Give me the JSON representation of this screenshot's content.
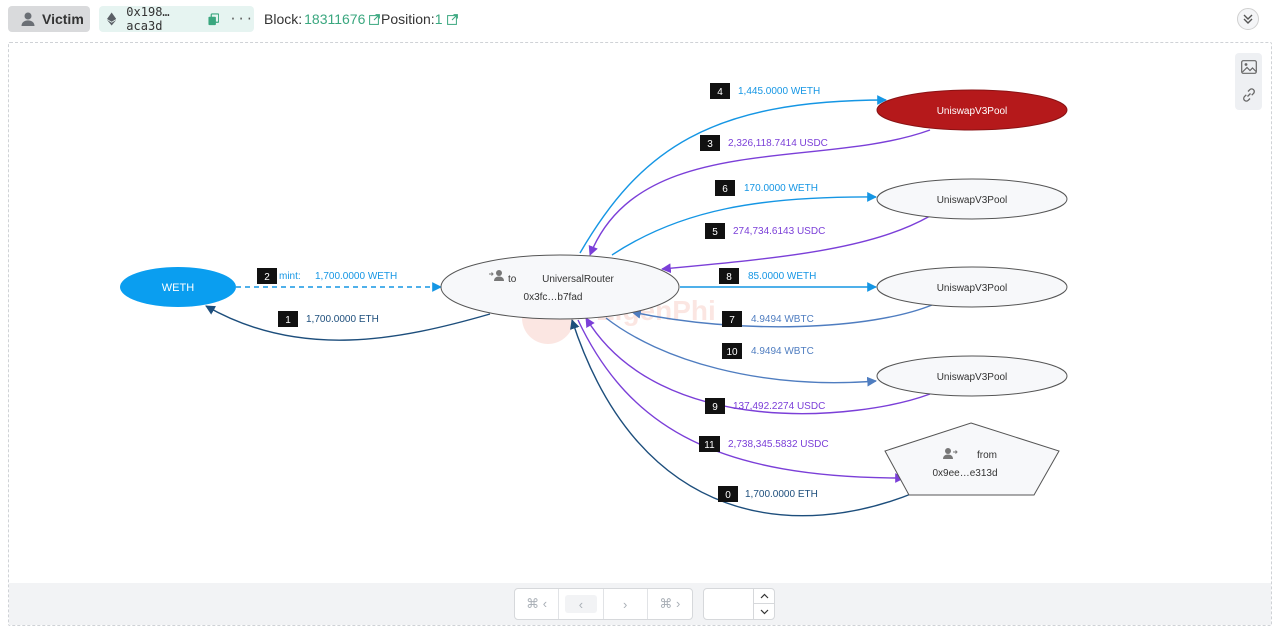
{
  "header": {
    "victim_label": "Victim",
    "tx_hash": "0x198…aca3d",
    "more_label": "···",
    "block_label": "Block:",
    "block_value": "18311676",
    "position_label": "Position:",
    "position_value": "1"
  },
  "graph": {
    "nodes": {
      "weth": "WETH",
      "router_prefix": "to",
      "router_name": "UniversalRouter",
      "router_addr": "0x3fc…b7fad",
      "pool1": "UniswapV3Pool",
      "pool2": "UniswapV3Pool",
      "pool3": "UniswapV3Pool",
      "pool4": "UniswapV3Pool",
      "from_prefix": "from",
      "from_addr": "0x9ee…e313d"
    },
    "edges": [
      {
        "step": "0",
        "label": "1,700.0000 ETH"
      },
      {
        "step": "1",
        "label": "1,700.0000 ETH"
      },
      {
        "step": "2",
        "prefix": "mint:",
        "label": "1,700.0000 WETH"
      },
      {
        "step": "3",
        "label": "2,326,118.7414 USDC"
      },
      {
        "step": "4",
        "label": "1,445.0000 WETH"
      },
      {
        "step": "5",
        "label": "274,734.6143 USDC"
      },
      {
        "step": "6",
        "label": "170.0000 WETH"
      },
      {
        "step": "7",
        "label": "4.9494 WBTC"
      },
      {
        "step": "8",
        "label": "85.0000 WETH"
      },
      {
        "step": "9",
        "label": "137,492.2274 USDC"
      },
      {
        "step": "10",
        "label": "4.9494 WBTC"
      },
      {
        "step": "11",
        "label": "2,738,345.5832 USDC"
      }
    ],
    "watermark": "EigenPhi"
  },
  "footer": {
    "first_label": "⌘ ‹",
    "prev_label": "‹",
    "next_label": "›",
    "last_label": "⌘ ›",
    "page_value": ""
  },
  "colors": {
    "weth_node": "#0a9ef0",
    "hot_pool": "#b5191b",
    "eth_edge": "#1d4e7c",
    "weth_edge": "#1596e4",
    "usdc_edge": "#7b3fd8",
    "wbtc_edge": "#4f7dc0",
    "accent_green": "#3aa77f"
  },
  "icons": [
    "user-icon",
    "ethereum-icon",
    "copy-icon",
    "external-link-icon",
    "double-chevron-down-icon",
    "image-export-icon",
    "link-icon",
    "user-arrow-icon"
  ]
}
